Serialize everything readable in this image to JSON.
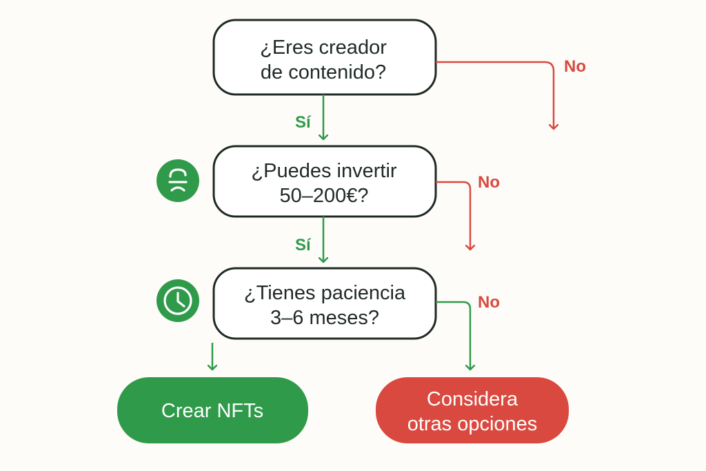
{
  "colors": {
    "background": "#fdfcf8",
    "node_border": "#1f2a24",
    "yes": "#2f9a4a",
    "no": "#d9493f",
    "terminal_yes": "#2f9a4a",
    "terminal_no": "#d9493f"
  },
  "nodes": {
    "q1": {
      "line1": "¿Eres creador",
      "line2": "de contenido?"
    },
    "q2": {
      "line1": "¿Puedes invertir",
      "line2": "50–200€?",
      "icon": "money-icon"
    },
    "q3": {
      "line1": "¿Tienes paciencia",
      "line2": "3–6 meses?",
      "icon": "clock-icon"
    }
  },
  "edges": {
    "q1_yes": "Sí",
    "q1_no": "No",
    "q2_yes": "Sí",
    "q2_no": "No",
    "q3_no": "No"
  },
  "terminals": {
    "yes": {
      "label": "Crear NFTs"
    },
    "no": {
      "line1": "Considera",
      "line2": "otras opciones"
    }
  }
}
